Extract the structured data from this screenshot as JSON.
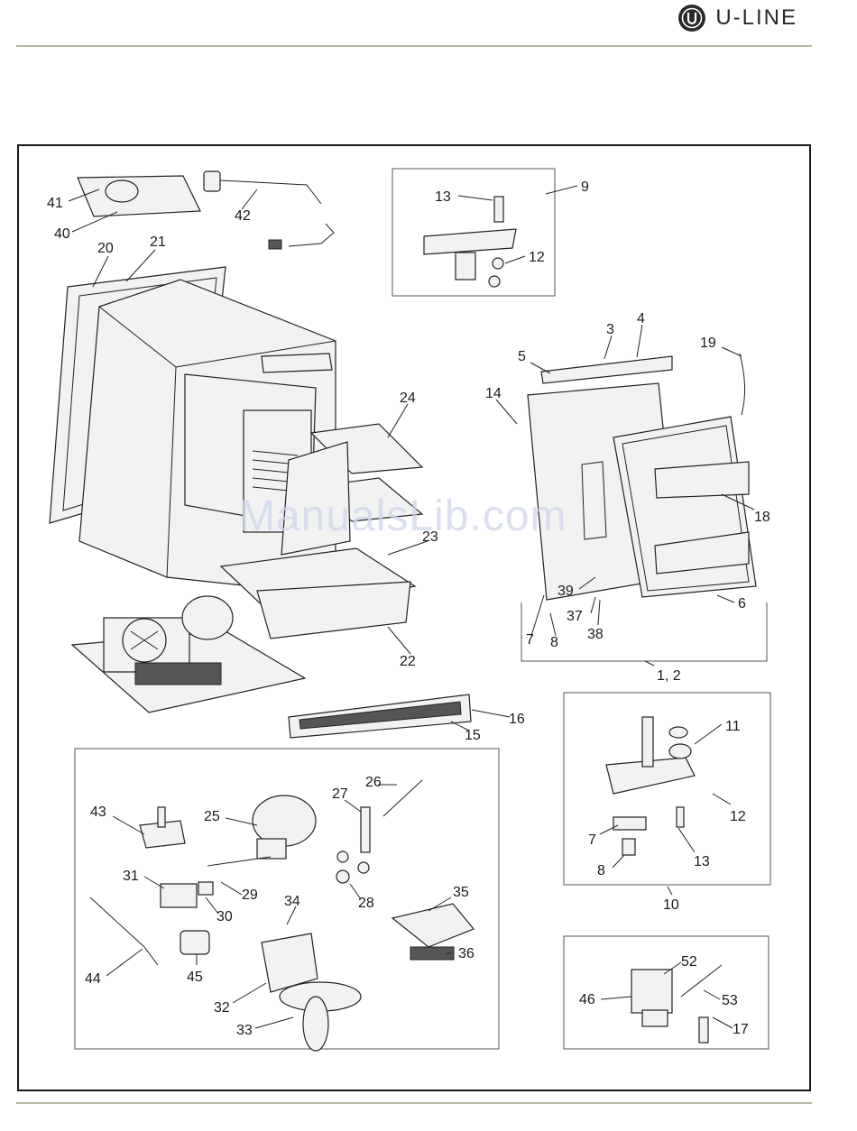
{
  "brand": {
    "name": "U-LINE",
    "logo_icon": "u-line-logo-icon"
  },
  "watermark": "ManualsLib.com",
  "callouts": [
    "41",
    "40",
    "42",
    "20",
    "21",
    "13",
    "9",
    "12",
    "3",
    "4",
    "5",
    "19",
    "14",
    "24",
    "18",
    "23",
    "39",
    "37",
    "38",
    "6",
    "7",
    "8",
    "1, 2",
    "22",
    "16",
    "15",
    "11",
    "12",
    "13",
    "7",
    "8",
    "10",
    "43",
    "25",
    "27",
    "26",
    "31",
    "29",
    "30",
    "28",
    "34",
    "35",
    "44",
    "45",
    "36",
    "32",
    "33",
    "52",
    "46",
    "53",
    "17"
  ]
}
